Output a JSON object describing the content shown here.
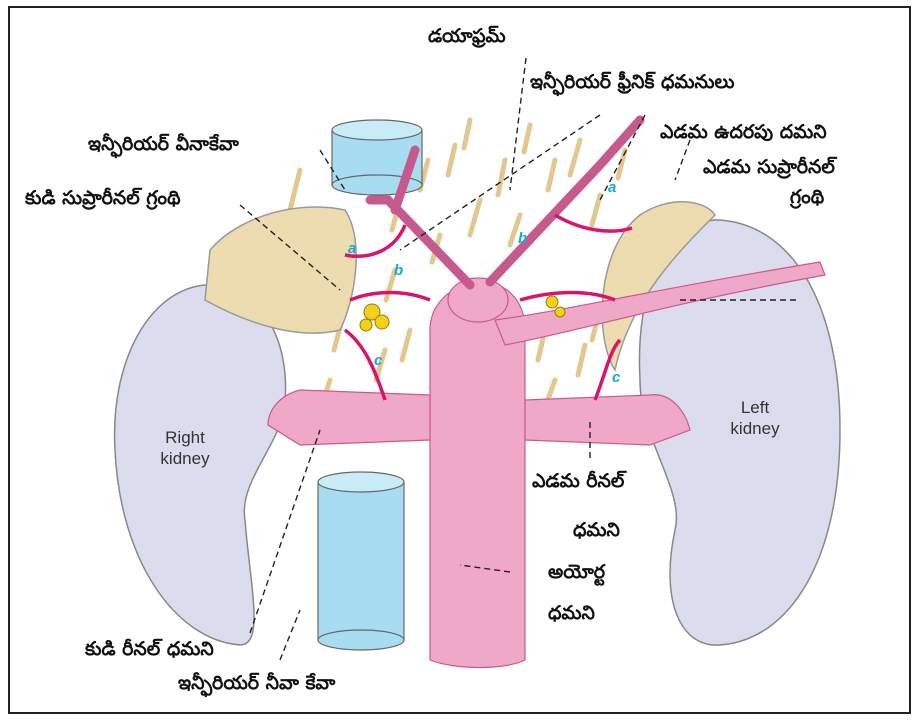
{
  "diagram": {
    "labels": {
      "diaphragm": "డయాఫ్రమ్",
      "inferior_phrenic_arteries": "ఇన్ఫీరియర్ ఫ్రీనిక్ ధమనులు",
      "ivc_top": "ఇన్ఫీరియర్ వీనాకేవా",
      "left_abdominal_artery": "ఎడమ ఉదరపు దమని",
      "left_suprarenal_gland_line1": "ఎడమ సుప్రారీనల్",
      "left_suprarenal_gland_line2": "గ్రంథి",
      "right_suprarenal_gland": "కుడి సుప్రారీనల్ గ్రంథి",
      "left_renal_artery_line1": "ఎడమ రీనల్",
      "left_renal_artery_line2": "ధమని",
      "aorta_line1": "అయోర్ట",
      "aorta_line2": "ధమని",
      "right_renal_artery": "కుడి రీనల్ ధమని",
      "ivc_bottom": "ఇన్ఫీరియర్ నీవా కేవా"
    },
    "kidneys": {
      "right_line1": "Right",
      "right_line2": "kidney",
      "left_line1": "Left",
      "left_line2": "kidney"
    },
    "markers": {
      "right_a": "a",
      "right_b": "b",
      "right_c": "c",
      "left_a": "a",
      "left_b": "b",
      "left_c": "c"
    },
    "colors": {
      "vessel": "#f0a8c8",
      "vessel_dark": "#c75a8c",
      "artery_line": "#d8156a",
      "kidney": "#dcdcef",
      "gland": "#ecdcb0",
      "ivc": "#a8dcf0",
      "marker": "#1aa7d8"
    }
  }
}
